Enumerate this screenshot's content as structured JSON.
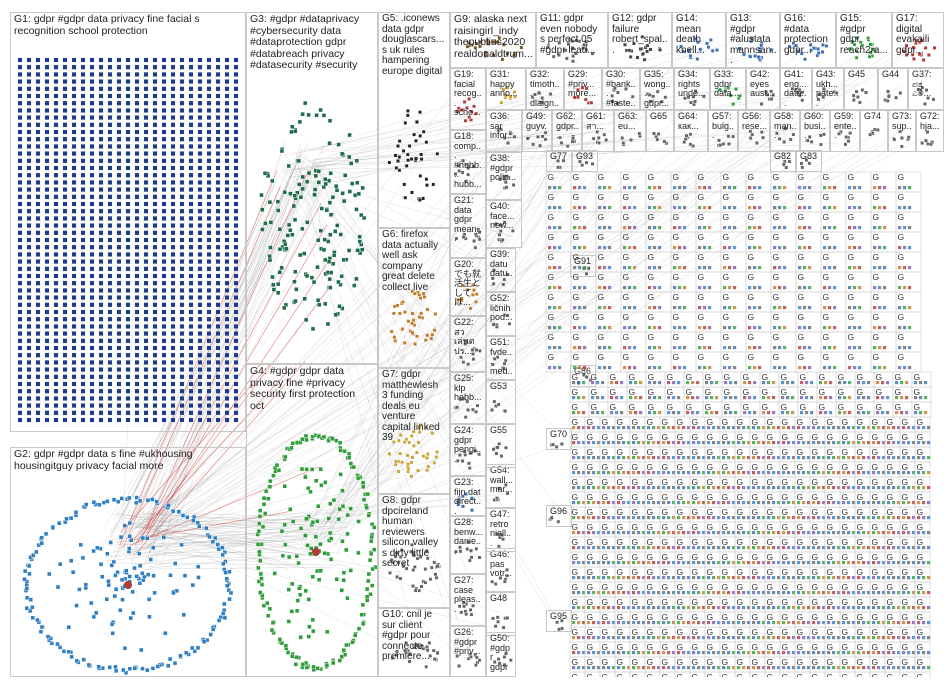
{
  "graph": {
    "groups": [
      {
        "id": "G1",
        "label": "G1: gdpr #gdpr data privacy fine facial s\nrecognition school protection",
        "color": "#1e3a8a",
        "layout": "grid"
      },
      {
        "id": "G2",
        "label": "G2: gdpr #gdpr data s fine #ukhousing\nhousingitguy privacy facial more",
        "color": "#2f7fc2",
        "layout": "ring"
      },
      {
        "id": "G3",
        "label": "G3: #gdpr #dataprivacy\n#cybersecurity data\n#dataprotection gdpr\n#databreach privacy\n#datasecurity #security",
        "color": "#1f6b4a",
        "layout": "cloud"
      },
      {
        "id": "G4",
        "label": "G4: #gdpr gdpr data\nprivacy fine #privacy\nsecurity first protection\noct",
        "color": "#2f9e3a",
        "layout": "ring"
      },
      {
        "id": "G5",
        "label": "G5: .iconews\ndata gdpr\ndouglascars...\ns uk rules\nhampering\neurope digital",
        "color": "#222222",
        "layout": "cluster"
      },
      {
        "id": "G6",
        "label": "G6: firefox\ndata actually\nwell ask\ncompany\ngreat delete\ncollect live",
        "color": "#c07a2a",
        "layout": "cluster"
      },
      {
        "id": "G7",
        "label": "G7: gdpr\nmatthewlesh\n3 funding\ndeals eu\nventure\ncapital linked\n39",
        "color": "#c9a437",
        "layout": "cluster"
      },
      {
        "id": "G8",
        "label": "G8: gdpr\ndpcireland\nhuman\nreviewers\nsilicon valley\ns dirty little\nsecret",
        "color": "#666666",
        "layout": "cluster"
      },
      {
        "id": "G9",
        "label": "G9: alaska next\nraisingirl_indy\nthepublius2020\nrealdonaldtrum...",
        "color": "#7a5a2a",
        "layout": "cluster"
      },
      {
        "id": "G10",
        "label": "G10: cnil je\nsur client\n#gdpr pour\nconnecte\npremiere...",
        "color": "#666666",
        "layout": "cluster"
      },
      {
        "id": "G11",
        "label": "G11: gdpr\neven nobody\ns perfect 05\n#gdpr lead...",
        "color": "#666666",
        "layout": "cluster"
      },
      {
        "id": "G12",
        "label": "G12: gdpr\nfailure\nrobert_spal...",
        "color": "#444444",
        "layout": "cluster"
      },
      {
        "id": "G13",
        "label": "G13:\n#gdpr\n#alustata\nmannsan...",
        "color": "#3b6fb0",
        "layout": "cluster"
      },
      {
        "id": "G14",
        "label": "G14:\nmean\ndeath\nknell...",
        "color": "#3b6fb0",
        "layout": "cluster"
      },
      {
        "id": "G15",
        "label": "G15:\n#gdpr\ngdpr\nreach2ra...",
        "color": "#2f9e3a",
        "layout": "cluster"
      },
      {
        "id": "G16",
        "label": "G16:\n#data\nprotection\ngdpr...",
        "color": "#3b6fb0",
        "layout": "cluster"
      },
      {
        "id": "G17",
        "label": "G17:\ndigital\nevakaili\ngdpr...",
        "color": "#b03b3b",
        "layout": "cluster"
      },
      {
        "id": "G18",
        "label": "G18:\ncomp...\n#hubb...\nhubb...",
        "color": "#666666",
        "layout": "cluster"
      },
      {
        "id": "G19",
        "label": "G19:\nfacial\nrecog...\nscho...",
        "color": "#b03b3b",
        "layout": "cluster"
      },
      {
        "id": "G20",
        "label": "G20:\nでも就\n活生と\nしては...",
        "color": "#c07a2a",
        "layout": "cluster"
      },
      {
        "id": "G21",
        "label": "G21:\ndata\ngdpr\nmean...",
        "color": "#666666",
        "layout": "cluster"
      },
      {
        "id": "G22",
        "label": "G22:\nสว\nเล่นต\nปร...",
        "color": "#666666",
        "layout": "cluster"
      },
      {
        "id": "G23",
        "label": "G23:\nfijn dat\ndirect...",
        "color": "#3b6fb0",
        "layout": "cluster"
      },
      {
        "id": "G24",
        "label": "G24:\ngdpr\npengi...",
        "color": "#666666",
        "layout": "cluster"
      },
      {
        "id": "G25",
        "label": "G25:\nklp\nhebb...",
        "color": "#666666",
        "layout": "cluster"
      },
      {
        "id": "G26",
        "label": "G26:\n#gdpr\n#priv...",
        "color": "#666666",
        "layout": "cluster"
      },
      {
        "id": "G27",
        "label": "G27:\ncase\npleas...",
        "color": "#666666",
        "layout": "cluster"
      },
      {
        "id": "G28",
        "label": "G28:\nbenw...\ndanie...",
        "color": "#666666",
        "layout": "cluster"
      },
      {
        "id": "G29",
        "label": "G29:\n#priv...\nmore...",
        "color": "#b03b3b",
        "layout": "cluster"
      },
      {
        "id": "G30",
        "label": "G30:\n#bank...\n#faste...",
        "color": "#666666",
        "layout": "cluster"
      },
      {
        "id": "G31",
        "label": "G31:\nhappy\nanno...",
        "color": "#c9a437",
        "layout": "cluster"
      },
      {
        "id": "G32",
        "label": "G32:\ntimoth...\ndlaign...",
        "color": "#666666",
        "layout": "cluster"
      },
      {
        "id": "G33",
        "label": "G33:\ngdpr\ndata...",
        "color": "#2f9e3a",
        "layout": "cluster"
      },
      {
        "id": "G34",
        "label": "G34:\nrights\nunde...",
        "color": "#666666",
        "layout": "cluster"
      },
      {
        "id": "G35",
        "label": "G35:\nwong...\ngdpr...",
        "color": "#666666",
        "layout": "cluster"
      },
      {
        "id": "G36",
        "label": "G36:\nsar\ninfor...",
        "color": "#666666",
        "layout": "cluster"
      },
      {
        "id": "G37",
        "label": "G37:\nಪತ್ರ\nಎಲ...",
        "color": "#666666",
        "layout": "cluster"
      },
      {
        "id": "G38",
        "label": "G38:\n#gdpr\npolic...",
        "color": "#666666",
        "layout": "cluster"
      },
      {
        "id": "G39",
        "label": "G39:\ndatu\ndatu...",
        "color": "#666666",
        "layout": "cluster"
      },
      {
        "id": "G40",
        "label": "G40:\nface...\nnew...",
        "color": "#666666",
        "layout": "cluster"
      },
      {
        "id": "G41",
        "label": "G41:\neng...\ndata...",
        "color": "#666666",
        "layout": "cluster"
      },
      {
        "id": "G42",
        "label": "G42:\neyes\naust...",
        "color": "#666666",
        "layout": "cluster"
      },
      {
        "id": "G43",
        "label": "G43:\nukh...\npate...",
        "color": "#666666",
        "layout": "cluster"
      },
      {
        "id": "G44",
        "label": "G44",
        "color": "#666666",
        "layout": "cluster"
      },
      {
        "id": "G45",
        "label": "G45",
        "color": "#666666",
        "layout": "cluster"
      },
      {
        "id": "G46",
        "label": "G46:\npas\nvotr...",
        "color": "#666666",
        "layout": "cluster"
      },
      {
        "id": "G47",
        "label": "G47:\nretro\nniall...",
        "color": "#666666",
        "layout": "cluster"
      },
      {
        "id": "G48",
        "label": "G48",
        "color": "#666666",
        "layout": "cluster"
      },
      {
        "id": "G49",
        "label": "G49:\nguyv...",
        "color": "#666666",
        "layout": "cluster"
      },
      {
        "id": "G50",
        "label": "G50:\n#gdpr\ngdpr",
        "color": "#666666",
        "layout": "cluster"
      },
      {
        "id": "G51",
        "label": "G51:\nfvde...\nmed...",
        "color": "#666666",
        "layout": "cluster"
      },
      {
        "id": "G52",
        "label": "G52:\nličnih\npod...",
        "color": "#666666",
        "layout": "cluster"
      },
      {
        "id": "G53",
        "label": "G53",
        "color": "#666666",
        "layout": "cluster"
      },
      {
        "id": "G54",
        "label": "G54:\nwall...\nmar...",
        "color": "#666666",
        "layout": "cluster"
      },
      {
        "id": "G55",
        "label": "G55",
        "color": "#666666",
        "layout": "cluster"
      },
      {
        "id": "G56",
        "label": "G56:\nrese...",
        "color": "#666666",
        "layout": "cluster"
      },
      {
        "id": "G57",
        "label": "G57:\nbulg...",
        "color": "#666666",
        "layout": "cluster"
      },
      {
        "id": "G58",
        "label": "G58:\nman...",
        "color": "#666666",
        "layout": "cluster"
      },
      {
        "id": "G59",
        "label": "G59:\nente...",
        "color": "#666666",
        "layout": "cluster"
      },
      {
        "id": "G60",
        "label": "G60:\nbusi...",
        "color": "#666666",
        "layout": "cluster"
      },
      {
        "id": "G61",
        "label": "G61:\nสา...",
        "color": "#666666",
        "layout": "cluster"
      },
      {
        "id": "G62",
        "label": "G62:\ngdpr...",
        "color": "#666666",
        "layout": "cluster"
      },
      {
        "id": "G63",
        "label": "G63:\neu...",
        "color": "#666666",
        "layout": "cluster"
      },
      {
        "id": "G64",
        "label": "G64:\nкак...",
        "color": "#666666",
        "layout": "cluster"
      },
      {
        "id": "G65",
        "label": "G65",
        "color": "#666666",
        "layout": "cluster"
      },
      {
        "id": "G70",
        "label": "G70",
        "color": "#666666",
        "layout": "cluster"
      },
      {
        "id": "G72",
        "label": "G72:\nhja...",
        "color": "#666666",
        "layout": "cluster"
      },
      {
        "id": "G73",
        "label": "G73:\nsup...",
        "color": "#666666",
        "layout": "cluster"
      },
      {
        "id": "G74",
        "label": "G74",
        "color": "#666666",
        "layout": "cluster"
      },
      {
        "id": "G77",
        "label": "G77",
        "color": "#666666",
        "layout": "cluster"
      },
      {
        "id": "G82",
        "label": "G82",
        "color": "#666666",
        "layout": "cluster"
      },
      {
        "id": "G83",
        "label": "G83",
        "color": "#666666",
        "layout": "cluster"
      },
      {
        "id": "G86",
        "label": "G86",
        "color": "#666666",
        "layout": "cluster"
      },
      {
        "id": "G91",
        "label": "G91",
        "color": "#666666",
        "layout": "cluster"
      },
      {
        "id": "G93",
        "label": "G93",
        "color": "#666666",
        "layout": "cluster"
      },
      {
        "id": "G95",
        "label": "G95",
        "color": "#666666",
        "layout": "cluster"
      },
      {
        "id": "G96",
        "label": "G96",
        "color": "#666666",
        "layout": "cluster"
      }
    ],
    "edge_color": "#9a9a9a",
    "highlight_edge_color": "#d42a2a",
    "tile_label": "G"
  }
}
